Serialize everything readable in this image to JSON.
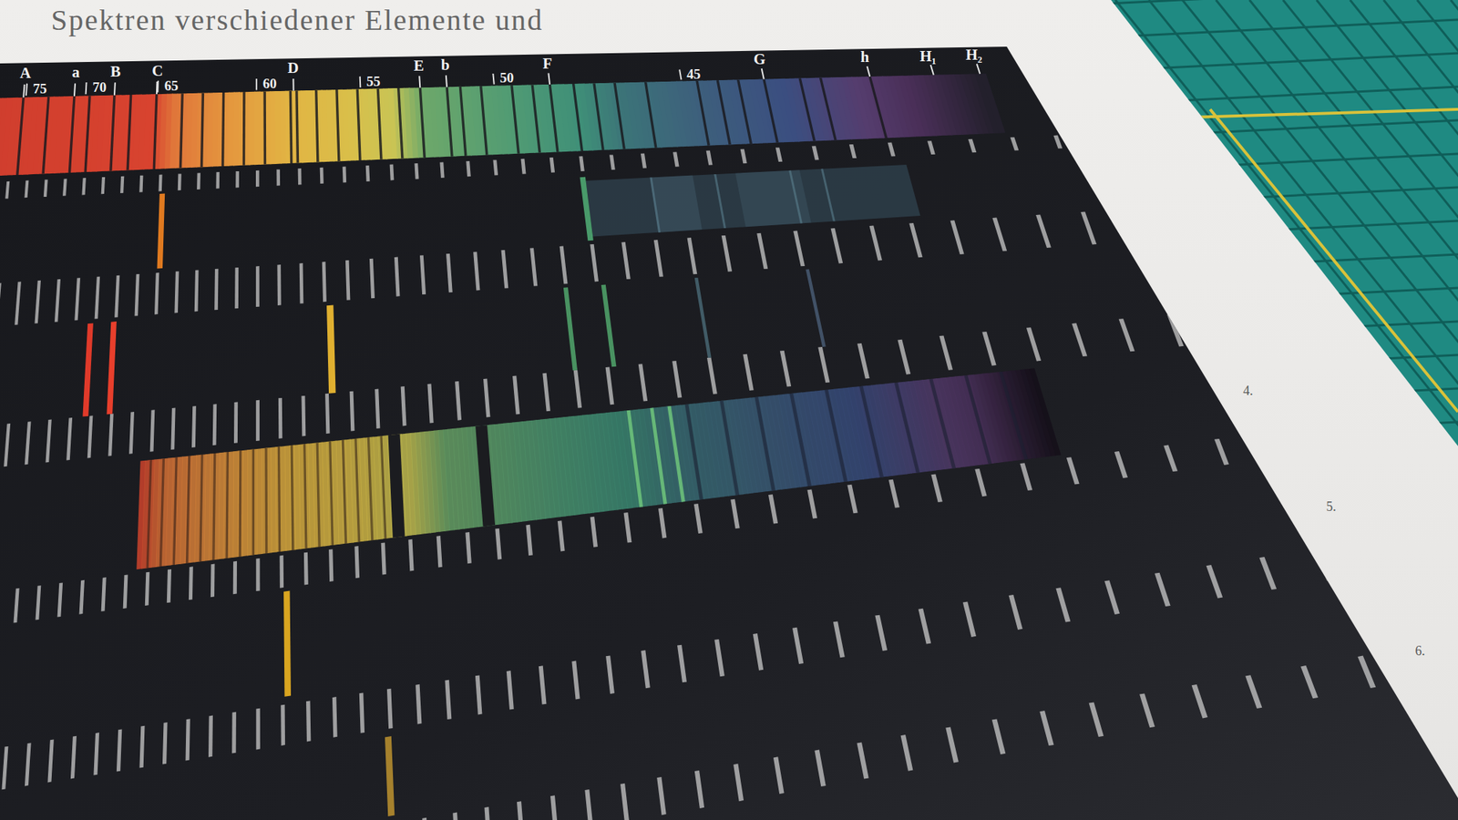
{
  "diagram": {
    "title": "Spektren verschiedener Elemente und",
    "labels": [
      "A",
      "75",
      "a",
      "70",
      "B",
      "C",
      "65",
      "60",
      "D",
      "55",
      "E",
      "b",
      "50",
      "F",
      "45",
      "G",
      "h",
      "H₁",
      "H₂",
      "4.",
      "5.",
      "6."
    ]
  }
}
